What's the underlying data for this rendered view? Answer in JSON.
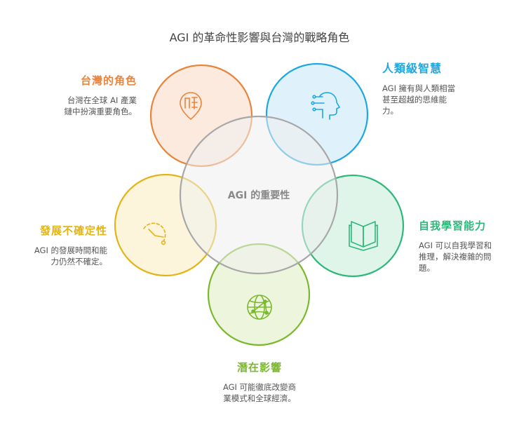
{
  "title": "AGI 的革命性影響與台灣的戰略角色",
  "center_label": "AGI 的重要性",
  "nodes": {
    "taiwan": {
      "heading": "台灣的角色",
      "desc_lines": [
        "台灣在全球 AI 產業",
        "鏈中扮演重要角色。"
      ],
      "color": "#e8843c",
      "icon": "map-pin-icon"
    },
    "human": {
      "heading": "人類級智慧",
      "desc_lines": [
        "AGI 擁有與人類相當",
        "甚至超越的思維能",
        "力。"
      ],
      "color": "#1ea7e1",
      "icon": "ai-head-icon"
    },
    "self": {
      "heading": "自我學習能力",
      "desc_lines": [
        "AGI 可以自我學習和",
        "推理，解決複雜的問",
        "題。"
      ],
      "color": "#2db87a",
      "icon": "open-book-icon"
    },
    "impact": {
      "heading": "潛在影響",
      "desc_lines": [
        "AGI 可能徹底改變商",
        "業模式和全球經濟。"
      ],
      "color": "#7cb82f",
      "icon": "globe-network-icon"
    },
    "uncertain": {
      "heading": "發展不確定性",
      "desc_lines": [
        "AGI 的發展時間和能",
        "力仍然不確定。"
      ],
      "color": "#e3b416",
      "icon": "partial-clock-icon"
    }
  }
}
